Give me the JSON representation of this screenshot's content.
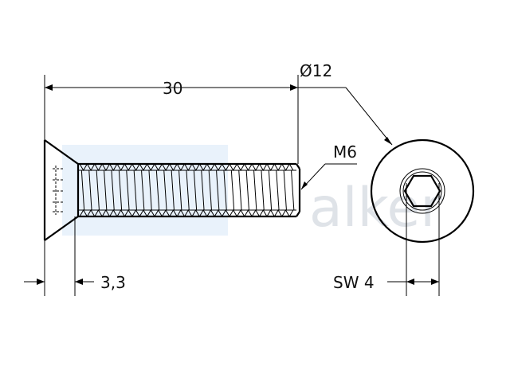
{
  "drawing": {
    "dimensions": {
      "length": "30",
      "head_diameter": "Ø12",
      "thread": "M6",
      "head_height": "3,3",
      "key_size": "SW 4"
    },
    "watermark": "alker",
    "colors": {
      "line": "#000000",
      "watermark": "#dfe3e8",
      "watermark_box": "#dbe9f8"
    }
  }
}
